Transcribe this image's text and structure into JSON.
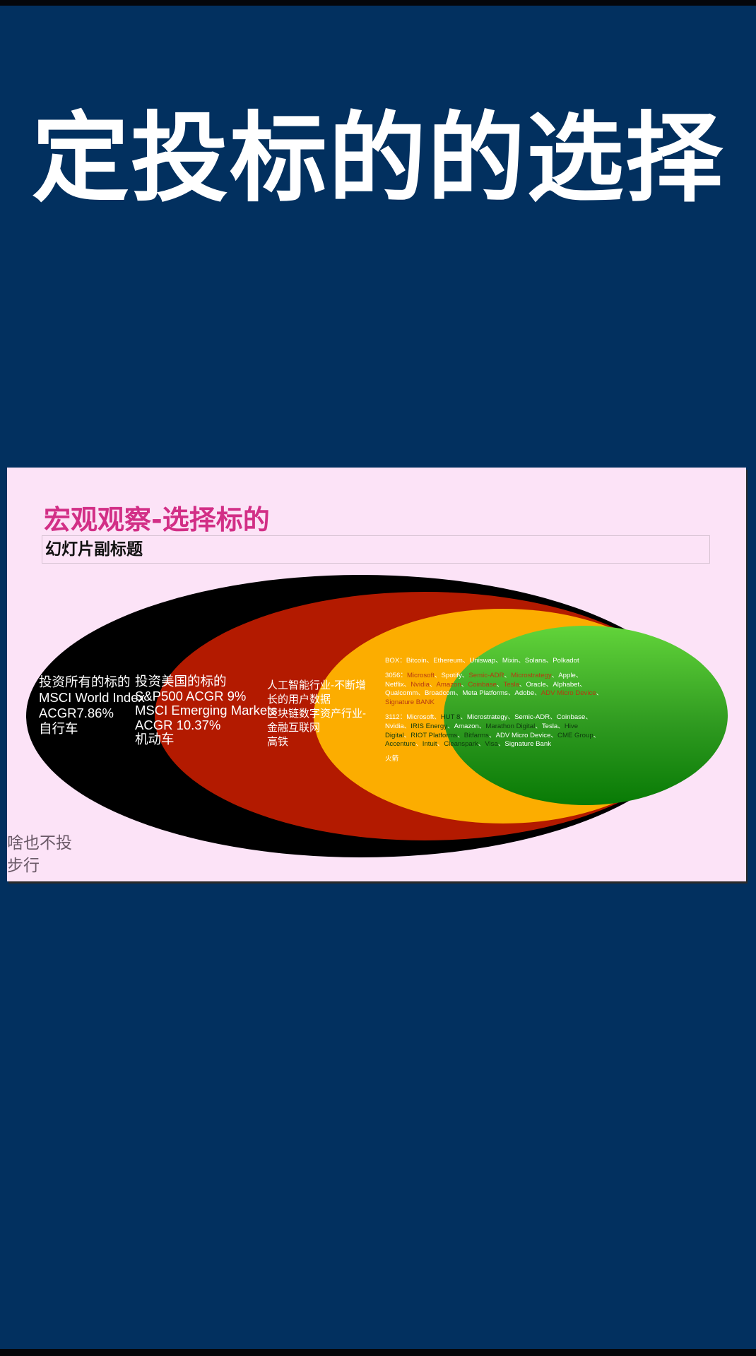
{
  "page": {
    "title": "定投标的的选择",
    "background_color": "#02305f"
  },
  "slide": {
    "title": "宏观观察-选择标的",
    "subtitle": "幻灯片副标题",
    "background_color": "#fce3f7",
    "title_color": "#d22f86"
  },
  "diagram": {
    "type": "nested-ellipses",
    "layers": [
      {
        "name": "all-markets",
        "color": "#000000",
        "lines": [
          "投资所有的标的",
          "MSCI World Index",
          "ACGR7.86%",
          "自行车"
        ]
      },
      {
        "name": "us-markets",
        "color": "#b31a00",
        "lines": [
          "投资美国的标的",
          "S&P500 ACGR 9%",
          "MSCI Emerging Markets",
          "ACGR 10.37%",
          "机动车"
        ]
      },
      {
        "name": "industries",
        "color": "#fcad00",
        "lines": [
          "人工智能行业-不断增",
          "长的用户数据",
          "区块链数字资产行业-",
          "金融互联网",
          "高铁"
        ]
      },
      {
        "name": "individual-assets",
        "color": "#2f8f1a",
        "box": {
          "label": "BOX：",
          "items": [
            "Bitcoin",
            "Ethereum",
            "Uniswap",
            "Mixin",
            "Solana",
            "Polkadot"
          ]
        },
        "portfolio_3056": {
          "label": "3056：",
          "items": [
            {
              "name": "Microsoft",
              "highlight": true
            },
            {
              "name": "Spotify",
              "highlight": false
            },
            {
              "name": "Semic-ADR",
              "highlight": true
            },
            {
              "name": "Microstrategy",
              "highlight": true
            },
            {
              "name": "Apple",
              "highlight": false
            },
            {
              "name": "Netflix",
              "highlight": false
            },
            {
              "name": "Nvidia",
              "highlight": true
            },
            {
              "name": "Amazon",
              "highlight": true
            },
            {
              "name": "Coinbase",
              "highlight": true
            },
            {
              "name": "Tesla",
              "highlight": true
            },
            {
              "name": "Oracle",
              "highlight": false
            },
            {
              "name": "Alphabet",
              "highlight": false
            },
            {
              "name": "Qualcomm",
              "highlight": false
            },
            {
              "name": "Broadcom",
              "highlight": false
            },
            {
              "name": "Meta Platforms",
              "highlight": false
            },
            {
              "name": "Adobe",
              "highlight": false
            },
            {
              "name": "ADV Micro Device",
              "highlight": true
            },
            {
              "name": "Signature BANK",
              "highlight": true
            }
          ]
        },
        "portfolio_3112": {
          "label": "3112：",
          "items": [
            {
              "name": "Microsoft",
              "dark": false
            },
            {
              "name": "HUT 8",
              "dark": true
            },
            {
              "name": "Microstrategy",
              "dark": false
            },
            {
              "name": "Semic-ADR",
              "dark": false
            },
            {
              "name": "Coinbase",
              "dark": false
            },
            {
              "name": "Nvidia",
              "dark": false
            },
            {
              "name": "IRIS Energy",
              "dark": true
            },
            {
              "name": "Amazon",
              "dark": false
            },
            {
              "name": "Marathon Digital",
              "dark": true
            },
            {
              "name": "Tesla",
              "dark": false
            },
            {
              "name": "Hive Digital",
              "dark": true
            },
            {
              "name": "RIOT Platforms",
              "dark": true
            },
            {
              "name": "Bitfarms",
              "dark": true
            },
            {
              "name": "ADV Micro Device",
              "dark": false
            },
            {
              "name": "CME Group",
              "dark": true
            },
            {
              "name": "Accenture",
              "dark": true
            },
            {
              "name": "Intuit",
              "dark": true
            },
            {
              "name": "Cleanspark",
              "dark": true
            },
            {
              "name": "Visa",
              "dark": true
            },
            {
              "name": "Signature Bank",
              "dark": false
            }
          ]
        },
        "footer": "火箭"
      }
    ],
    "outside": [
      "啥也不投",
      "步行"
    ]
  }
}
